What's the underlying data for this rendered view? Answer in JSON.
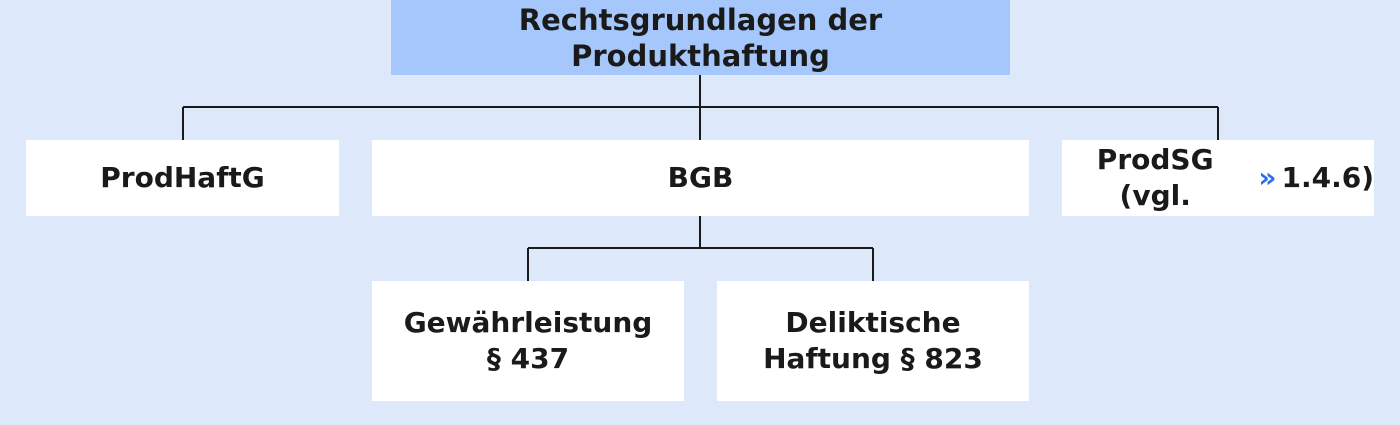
{
  "root": {
    "label": "Rechtsgrundlagen der Produkthaftung"
  },
  "level1": {
    "prodhaftg": {
      "label": "ProdHaftG"
    },
    "bgb": {
      "label": "BGB"
    },
    "prodsg": {
      "label_prefix": "ProdSG (vgl.",
      "ref_arrow": "»",
      "ref_target": "1.4.6)"
    }
  },
  "level2": {
    "gewaehrleistung": {
      "line1": "Gewährleistung",
      "line2": "§ 437"
    },
    "deliktische_haftung": {
      "line1": "Deliktische",
      "line2": "Haftung § 823"
    }
  },
  "colors": {
    "background": "#dde8fb",
    "root_fill": "#a6c7fb",
    "box_fill": "#ffffff",
    "connector": "#1a1a1a",
    "reference_arrow": "#2a6ff0"
  }
}
